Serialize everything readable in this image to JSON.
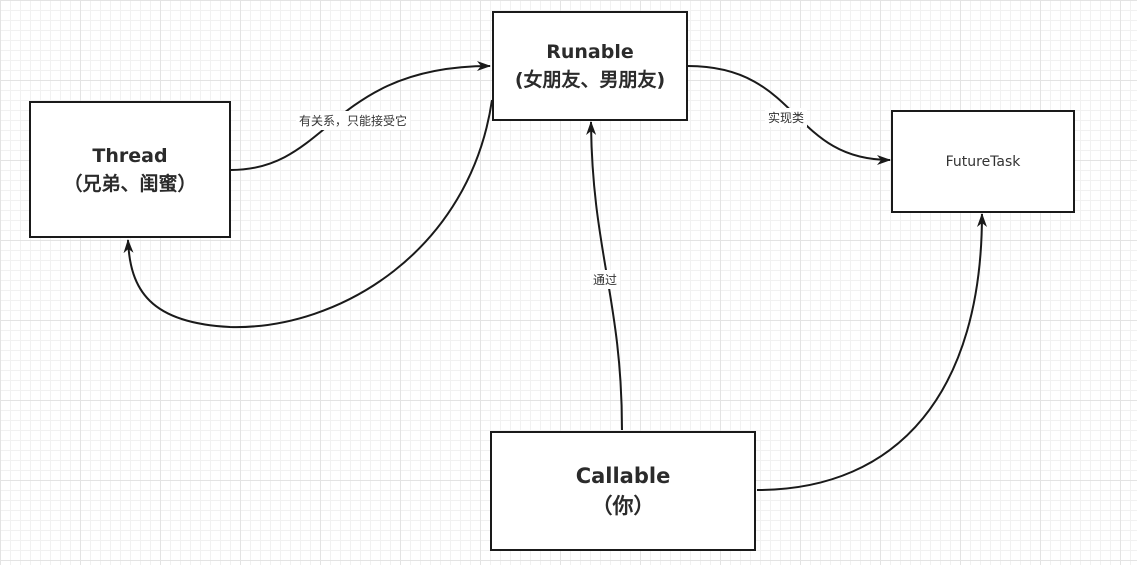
{
  "nodes": {
    "runable": {
      "title": "Runable",
      "subtitle": "(女朋友、男朋友)"
    },
    "thread": {
      "title": "Thread",
      "subtitle": "（兄弟、闺蜜）"
    },
    "futuretask": {
      "title": "FutureTask"
    },
    "callable": {
      "title": "Callable",
      "subtitle": "（你）"
    }
  },
  "edges": {
    "thread_to_runable": "有关系，只能接受它",
    "runable_to_futuretask": "实现类",
    "callable_to_runable": "通过"
  }
}
